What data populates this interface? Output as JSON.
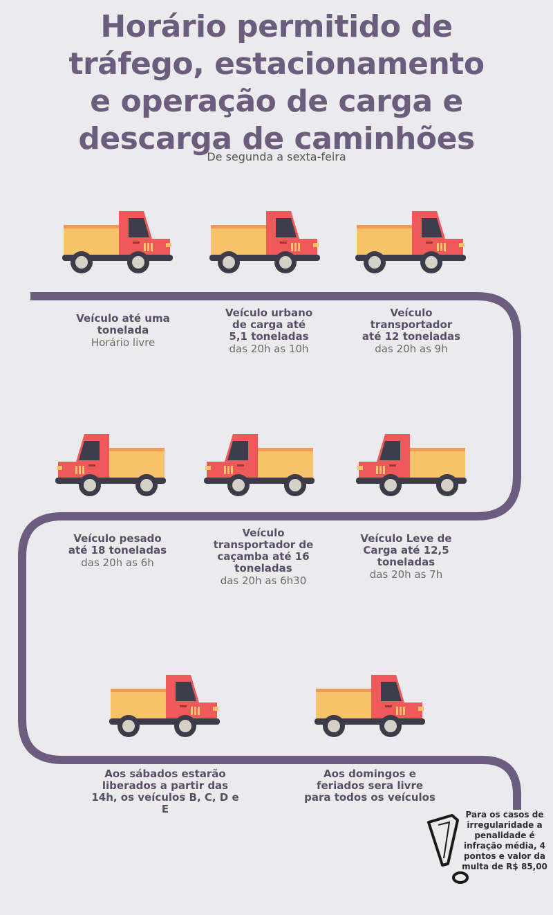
{
  "header": {
    "title_lines": [
      "Horário permitido de",
      "tráfego, estacionamento",
      "e operação de carga e",
      "descarga de caminhões"
    ],
    "subtitle": "De segunda a sexta-feira"
  },
  "colors": {
    "background": "#ebebed",
    "road": "#6c5d7f",
    "truck_cab": "#ee5a5a",
    "truck_cargo": "#f6c36b",
    "wheel": "#3b3b4a",
    "hub": "#d6d1c6"
  },
  "icons": [
    "truck-icon",
    "exclamation-icon"
  ],
  "row1": [
    {
      "name": "Veículo até uma tonelada",
      "time": "Horário livre"
    },
    {
      "name": "Veículo urbano de carga até 5,1 toneladas",
      "time": "das 20h as 10h"
    },
    {
      "name": "Veículo transportador até 12 toneladas",
      "time": "das 20h as 9h"
    }
  ],
  "row2": [
    {
      "name": "Veículo pesado até 18 toneladas",
      "time": "das 20h as 6h"
    },
    {
      "name": "Veículo transportador de caçamba até 16 toneladas",
      "time": "das 20h as 6h30"
    },
    {
      "name": "Veículo Leve de Carga até 12,5 toneladas",
      "time": "das 20h as 7h"
    }
  ],
  "row3": [
    {
      "name": "Aos sábados estarão liberados a partir das 14h, os veículos B, C, D e E"
    },
    {
      "name": "Aos domingos e feriados sera livre para todos os veículos"
    }
  ],
  "note": "Para os casos de irregularidade a penalidade é infração média, 4 pontos e valor da multa de R$ 85,00"
}
